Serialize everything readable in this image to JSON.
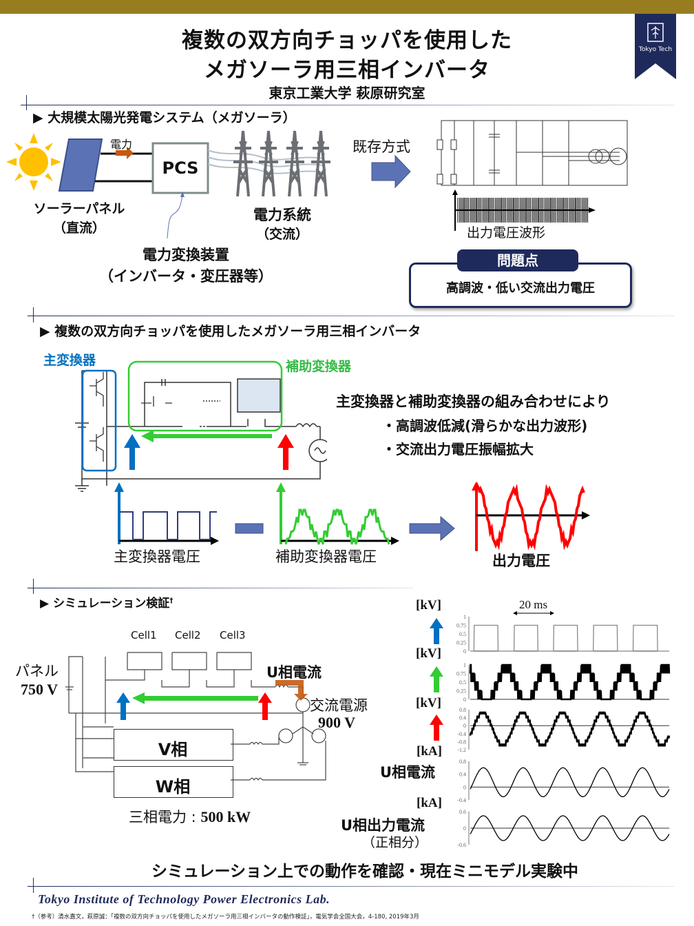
{
  "header": {
    "title_line1": "複数の双方向チョッパを使用した",
    "title_line2": "メガソーラ用三相インバータ",
    "affiliation": "東京工業大学 萩原研究室",
    "logo_text": "Tokyo Tech",
    "brand_color": "#987d20",
    "navy_color": "#1f2a5c"
  },
  "section1": {
    "heading": "▶ 大規模太陽光発電システム（メガソーラ）",
    "power_label": "電力",
    "pcs_label": "PCS",
    "solar_panel_label": "ソーラーパネル",
    "solar_panel_sub": "（直流）",
    "grid_label": "電力系統",
    "grid_sub": "（交流）",
    "converter_label": "電力変換装置",
    "converter_sub": "（インバータ・変圧器等）",
    "existing_label": "既存方式",
    "waveform_label": "出力電圧波形",
    "problem_heading": "問題点",
    "problem_text": "高調波・低い交流出力電圧"
  },
  "section2": {
    "heading": "▶ 複数の双方向チョッパを使用したメガソーラ用三相インバータ",
    "main_converter": "主変換器",
    "aux_converter": "補助変換器",
    "benefit_intro": "主変換器と補助変換器の組み合わせにより",
    "benefits": [
      "・高調波低減(滑らかな出力波形)",
      "・交流出力電圧振幅拡大"
    ],
    "wave_main_label": "主変換器電圧",
    "wave_aux_label": "補助変換器電圧",
    "wave_out_label": "出力電圧",
    "main_color": "#0070c0",
    "aux_color": "#33cc33",
    "out_color": "#ff0000"
  },
  "section3": {
    "heading": "▶ シミュレーション検証",
    "heading_mark": "†",
    "cells": [
      "Cell1",
      "Cell2",
      "Cell3"
    ],
    "panel_label": "パネル",
    "panel_voltage": "750 V",
    "u_current_label": "U相電流",
    "ac_source_label": "交流電源",
    "ac_source_voltage": "900 V",
    "v_phase": "V相",
    "w_phase": "W相",
    "three_phase_power_label": "三相電力 : ",
    "three_phase_power_value": "500 kW",
    "charts": [
      {
        "unit": "[kV]",
        "ticks": [
          "1",
          "0.75",
          "0.5",
          "0.25",
          "0"
        ],
        "annotation": "20 ms"
      },
      {
        "unit": "[kV]",
        "ticks": [
          "1",
          "0.75",
          "0.5",
          "0.25",
          "0"
        ]
      },
      {
        "unit": "[kV]",
        "ticks": [
          "0.8",
          "0.4",
          "0",
          "-0.4",
          "-0.8",
          "-1.2"
        ]
      },
      {
        "unit": "[kA]",
        "ticks": [
          "0.8",
          "0.4",
          "0",
          "-0.4"
        ],
        "label": "U相電流"
      },
      {
        "unit": "[kA]",
        "ticks": [
          "0.6",
          "0",
          "-0.6"
        ],
        "label": "U相出力電流",
        "sublabel": "（正相分）"
      }
    ]
  },
  "chart_data": [
    {
      "type": "line",
      "title": "主変換器電圧",
      "ylabel": "[kV]",
      "ylim": [
        0,
        1
      ],
      "period_ms": 20,
      "cycles": 5,
      "shape": "square",
      "high": 0.75,
      "low": 0
    },
    {
      "type": "line",
      "title": "補助変換器電圧",
      "ylabel": "[kV]",
      "ylim": [
        0,
        1
      ],
      "period_ms": 20,
      "cycles": 5,
      "shape": "staircase-pwm",
      "levels": [
        0,
        0.25,
        0.5,
        0.75,
        1
      ]
    },
    {
      "type": "line",
      "title": "出力電圧",
      "ylabel": "[kV]",
      "ylim": [
        -1.2,
        0.8
      ],
      "period_ms": 20,
      "cycles": 5,
      "shape": "staircase-sine",
      "max": 0.6,
      "min": -1.0
    },
    {
      "type": "line",
      "title": "U相電流",
      "ylabel": "[kA]",
      "ylim": [
        -0.4,
        0.8
      ],
      "period_ms": 20,
      "cycles": 5,
      "shape": "sine",
      "max": 0.6,
      "min": -0.3
    },
    {
      "type": "line",
      "title": "U相出力電流（正相分）",
      "ylabel": "[kA]",
      "ylim": [
        -0.6,
        0.6
      ],
      "period_ms": 20,
      "cycles": 5,
      "shape": "sine",
      "amplitude": 0.45
    }
  ],
  "bottom_message": "シミュレーション上での動作を確認・現在ミニモデル実験中",
  "footer": {
    "lab_name": "Tokyo Institute of  Technology Power  Electronics Lab.",
    "reference": "†（参考）清水嘉文，萩原誠：「複数の双方向チョッパを使用したメガソーラ用三相インバータの動作検証」，電気学会全国大会，4-180, 2019年3月"
  }
}
